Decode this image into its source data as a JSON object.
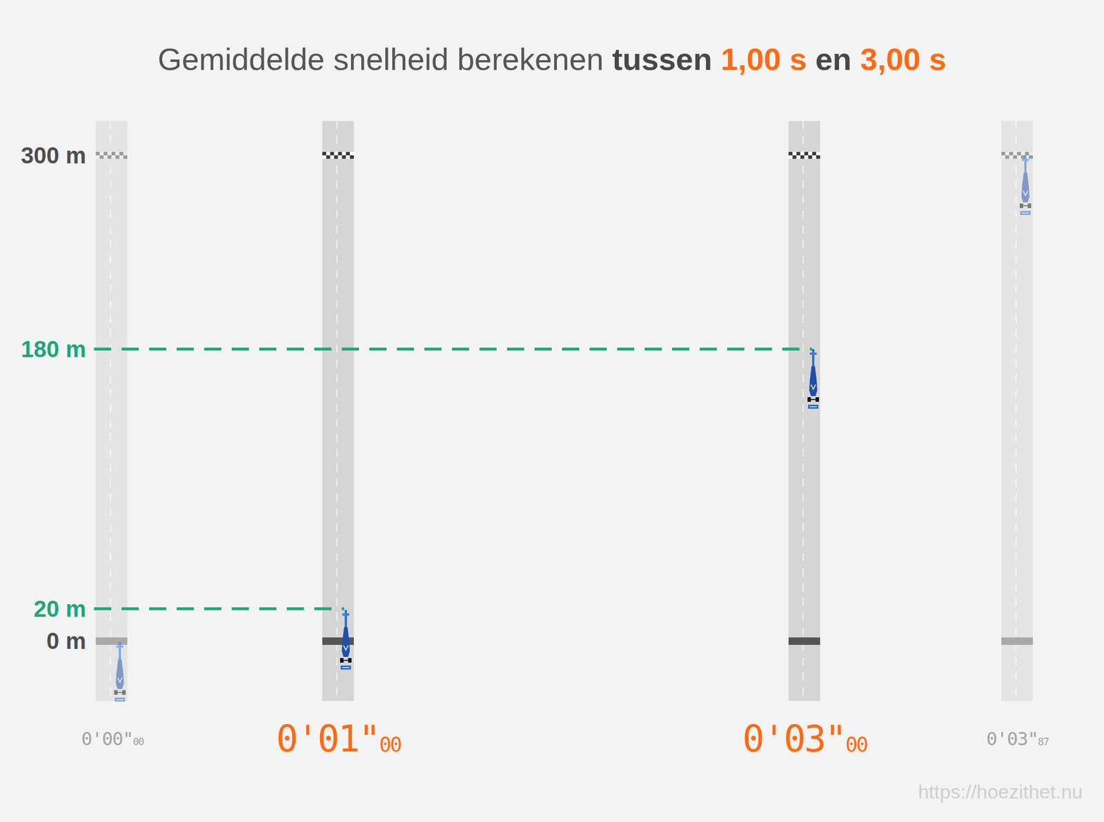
{
  "diagram": {
    "title": "Gemiddelde snelheid berekenen tussen 1,00 s en 3,00 s",
    "labels": [
      "300 m",
      "180 m",
      "20 m",
      "0 m",
      "0'00\"00",
      "0'01\"00",
      "0'03\"00",
      "0'03\"87",
      "https://hoezithet.nu"
    ]
  }
}
